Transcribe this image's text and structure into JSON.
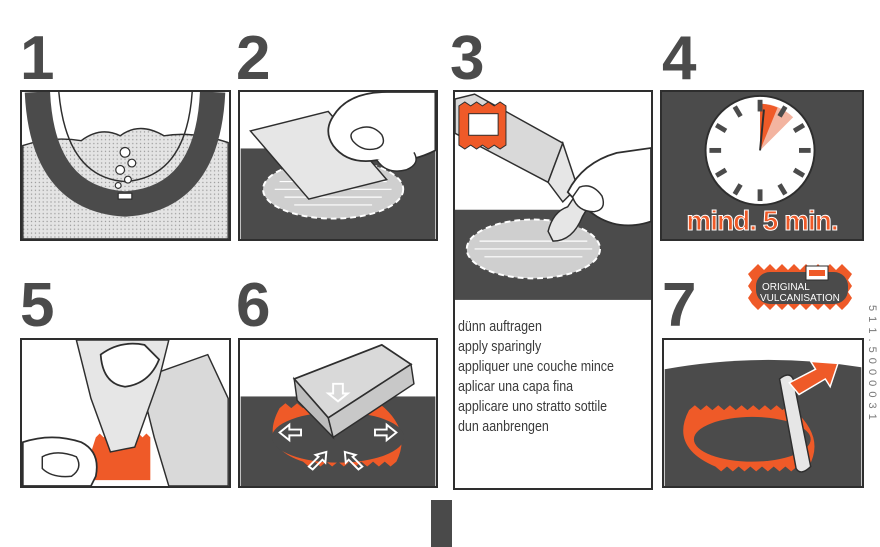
{
  "steps": [
    {
      "number": "1"
    },
    {
      "number": "2"
    },
    {
      "number": "3"
    },
    {
      "number": "4"
    },
    {
      "number": "5"
    },
    {
      "number": "6"
    },
    {
      "number": "7"
    }
  ],
  "step4": {
    "label": "mind. 5 min."
  },
  "step7": {
    "badge_line1": "ORIGINAL",
    "badge_line2": "VULCANISATION"
  },
  "instructions": [
    "dünn auftragen",
    "apply sparingly",
    "appliquer une couche mince",
    "aplicar una capa fina",
    "applicare uno stratto sottile",
    "dun aanbrengen"
  ],
  "side_code": "5 1 1 . 5 0 0 0 0 3 1",
  "colors": {
    "accent": "#ef5a28",
    "dark": "#4b4b4b",
    "light": "#d9d9d9",
    "outline": "#2e2e2e"
  }
}
